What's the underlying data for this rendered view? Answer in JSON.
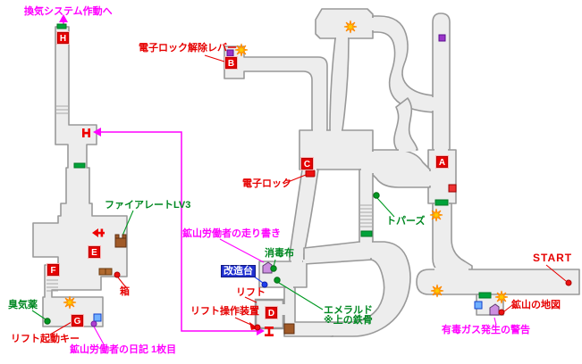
{
  "map": {
    "colors": {
      "map_fill": "#ededed",
      "map_stroke": "#999999",
      "label_red": "#e60000",
      "label_green": "#008822",
      "label_magenta": "#ff00ff",
      "workbench_badge_bg": "#2030d0",
      "marker_bg": "#e60000",
      "star_fill": "#ffcc00",
      "door_green": "#00a33a",
      "item_purple": "#9a35c8",
      "item_blue": "#70b0ff",
      "item_brown": "#a05a28",
      "cloth_violet": "#cc8fe0"
    },
    "labels": {
      "ventilation": "換気システム作動へ",
      "lock_lever": "電子ロック解除レバー",
      "fire_rate": "ファイアレートLV3",
      "electronic_lock": "電子ロック",
      "topaz": "トパーズ",
      "miner_scribble": "鉱山労働者の走り書き",
      "disinfectant_cloth": "消毒布",
      "workbench": "改造台",
      "lift": "リフト",
      "lift_control": "リフト操作装置",
      "emerald_line1": "エメラルド",
      "emerald_line2": "※上の鉄骨",
      "start": "START",
      "mine_map": "鉱山の地図",
      "gas_warning": "有毒ガス発生の警告",
      "odor_drug": "臭気薬",
      "lift_key": "リフト起動キー",
      "miner_diary": "鉱山労働者の日記 1枚目",
      "box": "箱"
    },
    "markers": [
      {
        "letter": "A"
      },
      {
        "letter": "B"
      },
      {
        "letter": "C"
      },
      {
        "letter": "D"
      },
      {
        "letter": "E"
      },
      {
        "letter": "F"
      },
      {
        "letter": "G"
      },
      {
        "letter": "H"
      }
    ],
    "icons": {
      "star": "sparkle-item-spot",
      "green_door": "green-door",
      "purple_square": "purple-item",
      "blue_square": "blue-item",
      "brown_box": "wooden-box",
      "violet_cloth": "cloth-item",
      "red_door": "electronic-lock-door",
      "red_h": "lift-ladder",
      "ladder": "ladder-rungs",
      "route": "lift-route-line"
    }
  }
}
